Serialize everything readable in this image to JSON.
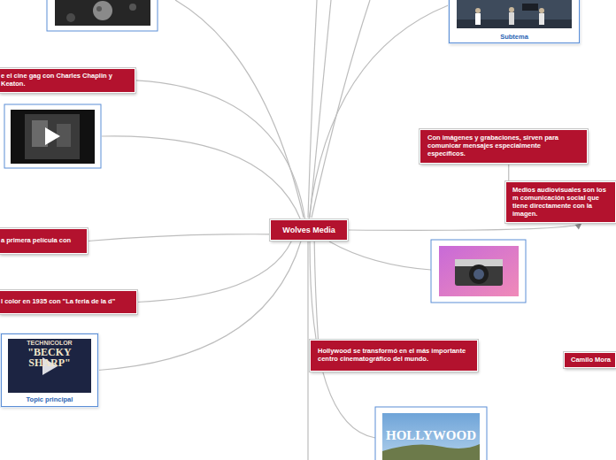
{
  "diagram": {
    "nodes": [
      {
        "text": [
          "Wolves Media"
        ]
      },
      {
        "text": [
          "Subtema"
        ]
      },
      {
        "text": [
          "e el cine gag con Charles Chaplin y Keaton."
        ]
      },
      {
        "text": [
          "Con imágenes y grabaciones, sirven para comunicar mensajes especialmente específicos."
        ]
      },
      {
        "text": [
          "Medios audiovisuales son los m comunicación social que tiene directamente con la imagen."
        ]
      },
      {
        "text": [
          "a primera película con"
        ]
      },
      {
        "text": [
          "l color en 1935 con \"La feria de la d\""
        ]
      },
      {
        "text": [
          "Topic principal"
        ]
      },
      {
        "text": [
          "Hollywood se transformó en el más importante centro cinematográfico del mundo."
        ]
      },
      {
        "text": [
          "Camilo Mora"
        ]
      }
    ],
    "edges": [
      {
        "from": 0,
        "to": 1,
        "arrow": "none"
      },
      {
        "from": 0,
        "to": 2,
        "arrow": "none"
      },
      {
        "from": 0,
        "to": 4,
        "arrow": "to"
      },
      {
        "from": 4,
        "to": 3,
        "arrow": "none"
      },
      {
        "from": 0,
        "to": 5,
        "arrow": "none"
      },
      {
        "from": 0,
        "to": 6,
        "arrow": "none"
      },
      {
        "from": 0,
        "to": 7,
        "arrow": "none"
      },
      {
        "from": 0,
        "to": 8,
        "arrow": "none"
      }
    ],
    "labels": [
      "TECHNICOLOR",
      "\"BECKY SHARP\"",
      "HOLLYWOOD"
    ]
  }
}
